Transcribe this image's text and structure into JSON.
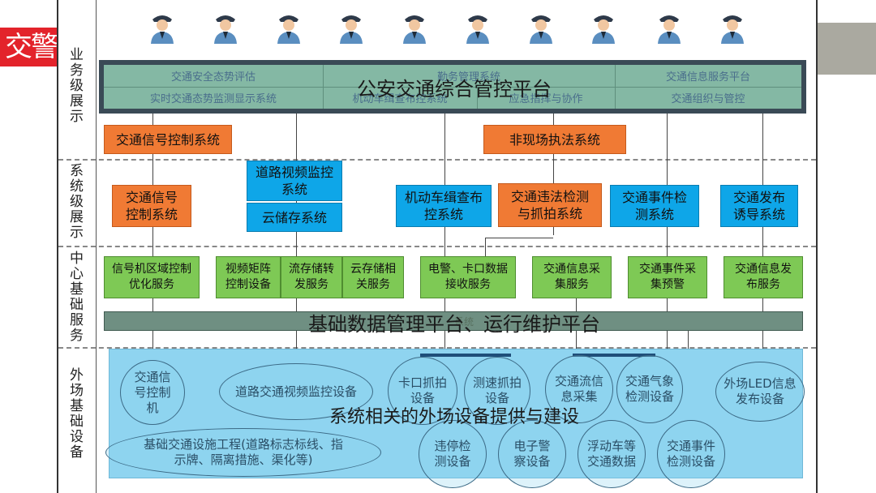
{
  "logo": {
    "text": "交警"
  },
  "layers": {
    "business": "业务级展示",
    "system": "系统级展示",
    "center": "中心基础服务",
    "field": "外场基础设备"
  },
  "top_platform": {
    "title": "公安交通综合管控平台",
    "cells": [
      "交通安全态势评估",
      "勤务管理系统",
      "交通信息服务平台",
      "实时交通态势监测显示系统",
      "机动车缉查布控系统",
      "应急指挥与协作",
      "交通组织与管控"
    ]
  },
  "business_systems": {
    "signal": "交通信号控制系统",
    "enforcement": "非现场执法系统"
  },
  "systems": {
    "signal": "交通信号控制系统",
    "video": "道路视频监控系统",
    "cloud": "云储存系统",
    "vehicle": "机动车缉查布控系统",
    "violation": "交通违法检测与抓拍系统",
    "incident": "交通事件检测系统",
    "release": "交通发布诱导系统"
  },
  "services": {
    "signal_area": "信号机区域控制优化服务",
    "video_matrix": "视频矩阵控制设备",
    "stream": "流存储转发服务",
    "cloud_related": "云存储相关服务",
    "checkpoint": "电警、卡口数据接收服务",
    "info_collect": "交通信息采集服务",
    "incident_collect": "交通事件采集预警",
    "info_release": "交通信息发布服务"
  },
  "data_platform": {
    "title": "基础数据管理平台、运行维护平台",
    "faint": "系统"
  },
  "field": {
    "title": "系统相关的外场设备提供与建设",
    "signal_controller": "交通信号控制机",
    "video_equipment": "道路交通视频监控设备",
    "checkpoint_capture": "卡口抓拍设备",
    "speed_capture": "测速抓拍设备",
    "flow_collect": "交通流信息采集",
    "weather": "交通气象检测设备",
    "led": "外场LED信息发布设备",
    "infrastructure": "基础交通设施工程(道路标志标线、指示牌、隔离措施、渠化等)",
    "parking": "违停检测设备",
    "epolice": "电子警察设备",
    "floating": "浮动车等交通数据",
    "incident_detect": "交通事件检测设备"
  },
  "icons": {
    "officer": "police-officer-icon"
  },
  "colors": {
    "orange": "#f07a34",
    "blue": "#0ea6e8",
    "green": "#7ec955",
    "field": "#8fd4f0",
    "platform": "#84b8a4",
    "logo": "#e3232b"
  }
}
